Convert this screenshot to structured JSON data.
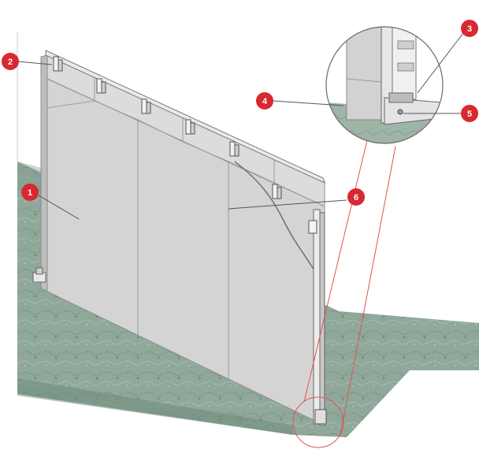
{
  "diagram": {
    "colors": {
      "accent": "#d9282f",
      "board": "#d6d6d6",
      "board_edge": "#8c8c8c",
      "floor": "#8fa89a",
      "floor_dark": "#6e8a7c",
      "leader": "#555555",
      "detail_line": "#e0554f"
    },
    "callouts": [
      {
        "id": "1",
        "label": "1"
      },
      {
        "id": "2",
        "label": "2"
      },
      {
        "id": "3",
        "label": "3"
      },
      {
        "id": "4",
        "label": "4"
      },
      {
        "id": "5",
        "label": "5"
      },
      {
        "id": "6",
        "label": "6"
      }
    ],
    "icons": {
      "detail_magnifier": "magnifier-circle-icon",
      "detail_origin": "detail-circle-icon"
    }
  }
}
